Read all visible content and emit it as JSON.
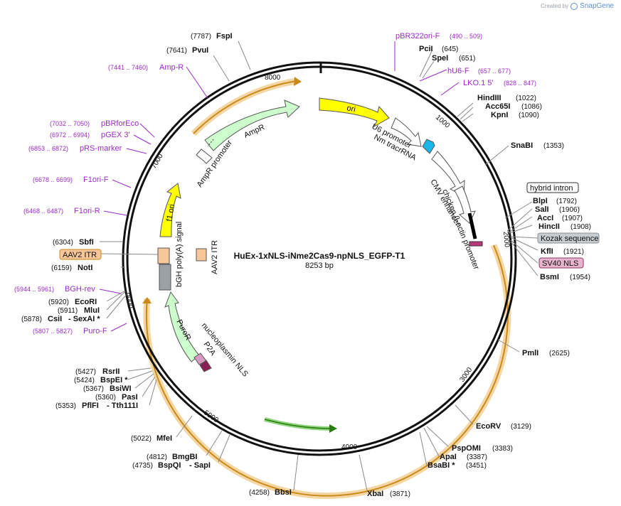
{
  "credit": {
    "created_by": "Created by",
    "brand": "SnapGene"
  },
  "plasmid": {
    "name": "HuEx-1xNLS-iNme2Cas9-npNLS_EGFP-T1",
    "size": "8253 bp"
  },
  "ticks": [
    "1000",
    "2000",
    "3000",
    "4000",
    "5000",
    "6000",
    "7000",
    "8000"
  ],
  "enzymes": [
    {
      "name": "FspI",
      "pos": "(7787)"
    },
    {
      "name": "PvuI",
      "pos": "(7641)"
    },
    {
      "name": "PciI",
      "pos": "(645)"
    },
    {
      "name": "SpeI",
      "pos": "(651)"
    },
    {
      "name": "HindIII",
      "pos": "(1022)"
    },
    {
      "name": "Acc65I",
      "pos": "(1086)"
    },
    {
      "name": "KpnI",
      "pos": "(1090)"
    },
    {
      "name": "SnaBI",
      "pos": "(1353)"
    },
    {
      "name": "BlpI",
      "pos": "(1792)"
    },
    {
      "name": "SalI",
      "pos": "(1906)"
    },
    {
      "name": "AccI",
      "pos": "(1907)"
    },
    {
      "name": "HincII",
      "pos": "(1908)"
    },
    {
      "name": "KflI",
      "pos": "(1921)"
    },
    {
      "name": "BsmI",
      "pos": "(1954)"
    },
    {
      "name": "PmlI",
      "pos": "(2625)"
    },
    {
      "name": "EcoRV",
      "pos": "(3129)"
    },
    {
      "name": "PspOMI",
      "pos": "(3383)"
    },
    {
      "name": "ApaI",
      "pos": "(3387)"
    },
    {
      "name": "BsaBI *",
      "pos": "(3451)"
    },
    {
      "name": "XbaI",
      "pos": "(3871)"
    },
    {
      "name": "BbsI",
      "pos": "(4258)"
    },
    {
      "name": "BmgBI",
      "pos": "(4812)"
    },
    {
      "name": "BspQI",
      "pos": "(4735)"
    },
    {
      "name": "- SapI",
      "pos": ""
    },
    {
      "name": "MfeI",
      "pos": "(5022)"
    },
    {
      "name": "RsrII",
      "pos": "(5427)"
    },
    {
      "name": "BspEI *",
      "pos": "(5424)"
    },
    {
      "name": "BsiWI",
      "pos": "(5367)"
    },
    {
      "name": "PasI",
      "pos": "(5360)"
    },
    {
      "name": "PflFI",
      "pos": "(5353)"
    },
    {
      "name": "- Tth111I",
      "pos": ""
    },
    {
      "name": "EcoRI",
      "pos": "(5920)"
    },
    {
      "name": "MluI",
      "pos": "(5911)"
    },
    {
      "name": "CsiI",
      "pos": "(5878)"
    },
    {
      "name": "- SexAI *",
      "pos": ""
    },
    {
      "name": "NotI",
      "pos": "(6159)"
    },
    {
      "name": "SbfI",
      "pos": "(6304)"
    }
  ],
  "primers": [
    {
      "name": "pBR322ori-F",
      "range": "(490 .. 509)"
    },
    {
      "name": "hU6-F",
      "range": "(657 .. 677)"
    },
    {
      "name": "LKO.1 5'",
      "range": "(828 .. 847)"
    },
    {
      "name": "Amp-R",
      "range": "(7441 .. 7460)"
    },
    {
      "name": "pBRforEco",
      "range": "(7032 .. 7050)"
    },
    {
      "name": "pGEX 3'",
      "range": "(6972 .. 6994)"
    },
    {
      "name": "pRS-marker",
      "range": "(6853 .. 6872)"
    },
    {
      "name": "F1ori-F",
      "range": "(6678 .. 6699)"
    },
    {
      "name": "F1ori-R",
      "range": "(6468 .. 6487)"
    },
    {
      "name": "BGH-rev",
      "range": "(5944 .. 5961)"
    },
    {
      "name": "Puro-F",
      "range": "(5807 .. 5827)"
    }
  ],
  "boxed_features": [
    {
      "name": "hybrid intron",
      "fill": "#ffffff"
    },
    {
      "name": "Kozak sequence",
      "fill": "#c7ccd1"
    },
    {
      "name": "SV40 NLS",
      "fill": "#e8b3cc"
    },
    {
      "name": "AAV2 ITR",
      "fill": "#f7c79a"
    }
  ],
  "features": [
    {
      "name": "ori"
    },
    {
      "name": "U6 promoter"
    },
    {
      "name": "Nm tracrRNA"
    },
    {
      "name": "CMV enhancer"
    },
    {
      "name": "chicken β-actin promoter"
    },
    {
      "name": "AmpR"
    },
    {
      "name": "AmpR promoter"
    },
    {
      "name": "f1 ori"
    },
    {
      "name": "bGH poly(A) signal"
    },
    {
      "name": "AAV2 ITR"
    },
    {
      "name": "PuroR"
    },
    {
      "name": "P2A"
    },
    {
      "name": "nucleoplasmin NLS"
    }
  ],
  "colors": {
    "backbone": "#111111",
    "enzyme_line": "#8a8a8a",
    "primer": "#9b2ac8",
    "ori": "#ffff00",
    "ampr": "#ccffcc",
    "cds_outline": "#f5a623",
    "u6": "#ffffff",
    "tracr": "#1ab6e6",
    "itr": "#f7c79a",
    "polyA": "#9aa0a6",
    "green_arrow": "#3cb018"
  }
}
